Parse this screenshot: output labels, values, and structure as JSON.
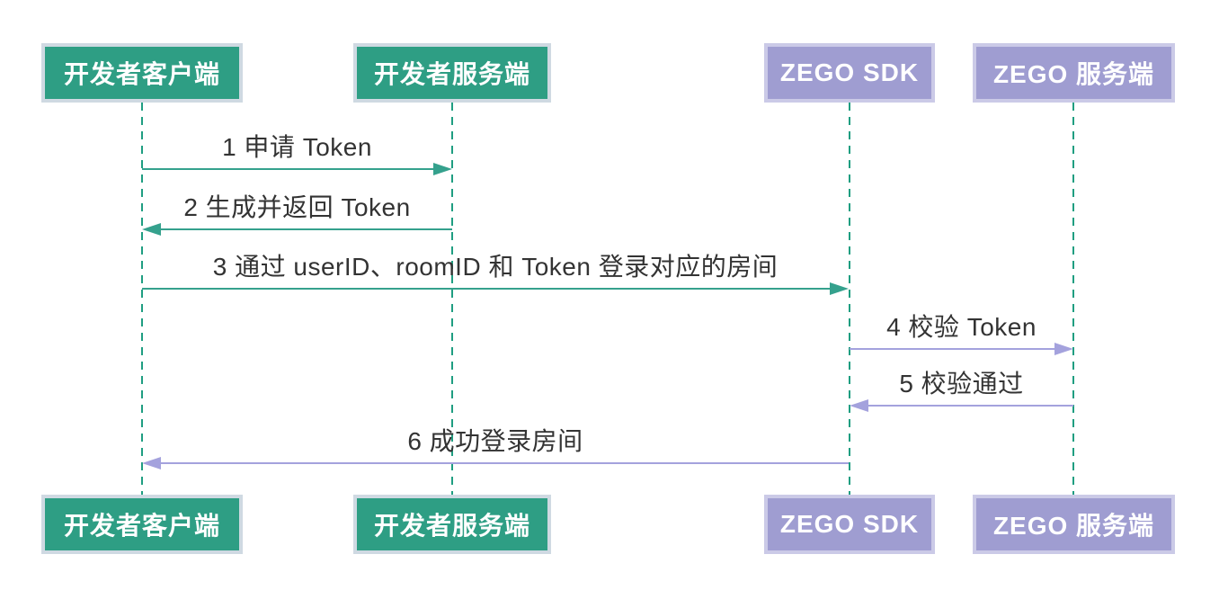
{
  "diagram": {
    "type": "sequence-diagram",
    "participants": [
      {
        "name": "开发者客户端",
        "group": "developer"
      },
      {
        "name": "开发者服务端",
        "group": "developer"
      },
      {
        "name": "ZEGO SDK",
        "group": "zego"
      },
      {
        "name": "ZEGO 服务端",
        "group": "zego"
      }
    ],
    "messages": [
      {
        "label": "1 申请 Token",
        "from": "开发者客户端",
        "to": "开发者服务端",
        "direction": "right",
        "color": "#35A18D"
      },
      {
        "label": "2 生成并返回 Token",
        "from": "开发者服务端",
        "to": "开发者客户端",
        "direction": "left",
        "color": "#35A18D"
      },
      {
        "label": "3 通过 userID、roomID 和 Token 登录对应的房间",
        "from": "开发者客户端",
        "to": "ZEGO SDK",
        "direction": "right",
        "color": "#35A18D"
      },
      {
        "label": "4 校验 Token",
        "from": "ZEGO SDK",
        "to": "ZEGO 服务端",
        "direction": "right",
        "color": "#A4A2DD"
      },
      {
        "label": "5 校验通过",
        "from": "ZEGO 服务端",
        "to": "ZEGO SDK",
        "direction": "left",
        "color": "#A4A2DD"
      },
      {
        "label": "6 成功登录房间",
        "from": "ZEGO SDK",
        "to": "开发者客户端",
        "direction": "left",
        "color": "#A4A2DD"
      }
    ],
    "colors": {
      "developer_box_fill": "#2E9E84",
      "developer_box_border": "#CFD9E2",
      "zego_box_fill": "#9F9DD1",
      "zego_box_border": "#CBCAE7",
      "lifeline": "#1F9E81",
      "arrow_teal": "#35A18D",
      "arrow_purple": "#A4A2DD",
      "message_text": "#333333",
      "background": "#FFFFFF"
    }
  }
}
